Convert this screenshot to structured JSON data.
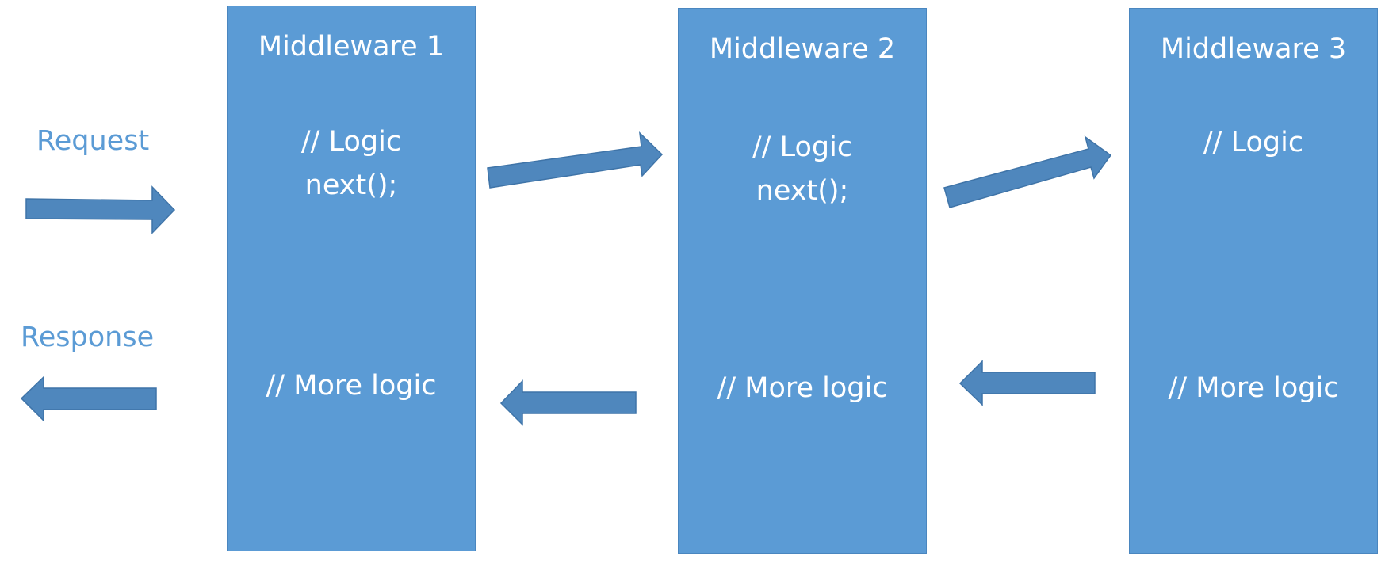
{
  "labels": {
    "request": "Request",
    "response": "Response"
  },
  "middlewares": [
    {
      "title": "Middleware 1",
      "top_lines": [
        "// Logic",
        "next();"
      ],
      "bottom_line": "// More logic"
    },
    {
      "title": "Middleware 2",
      "top_lines": [
        "// Logic",
        "next();"
      ],
      "bottom_line": "// More logic"
    },
    {
      "title": "Middleware 3",
      "top_lines": [
        "// Logic"
      ],
      "bottom_line": "// More logic"
    }
  ],
  "colors": {
    "box_fill": "#5b9bd5",
    "arrow_fill": "#4f87bd",
    "label_text": "#5b9bd5"
  }
}
